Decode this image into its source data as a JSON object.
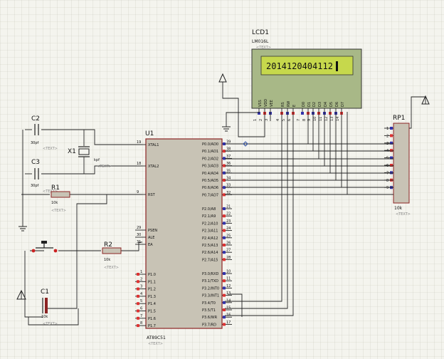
{
  "lcd": {
    "ref": "LCD1",
    "part": "LM016L",
    "display": "2014120404112",
    "pins": [
      "VSS",
      "VDD",
      "VEE",
      "RS",
      "RW",
      "E",
      "D0",
      "D1",
      "D2",
      "D3",
      "D4",
      "D5",
      "D6",
      "D7"
    ],
    "pin_numbers": [
      "1",
      "2",
      "3",
      "4",
      "5",
      "6",
      "7",
      "8",
      "9",
      "10",
      "11",
      "12",
      "13",
      "14"
    ]
  },
  "mcu": {
    "ref": "U1",
    "part": "AT89C51",
    "left_pins": [
      {
        "num": "19",
        "name": "XTAL1"
      },
      {
        "num": "18",
        "name": "XTAL2"
      },
      {
        "num": "9",
        "name": "RST"
      },
      {
        "num": "29",
        "name": "PSEN"
      },
      {
        "num": "30",
        "name": "ALE"
      },
      {
        "num": "31",
        "name": "EA"
      }
    ],
    "p1_pins": [
      {
        "num": "1",
        "name": "P1.0"
      },
      {
        "num": "2",
        "name": "P1.1"
      },
      {
        "num": "3",
        "name": "P1.2"
      },
      {
        "num": "4",
        "name": "P1.3"
      },
      {
        "num": "5",
        "name": "P1.4"
      },
      {
        "num": "6",
        "name": "P1.5"
      },
      {
        "num": "7",
        "name": "P1.6"
      },
      {
        "num": "8",
        "name": "P1.7"
      }
    ],
    "p0_pins": [
      {
        "num": "39",
        "name": "P0.0/AD0"
      },
      {
        "num": "38",
        "name": "P0.1/AD1"
      },
      {
        "num": "37",
        "name": "P0.2/AD2"
      },
      {
        "num": "36",
        "name": "P0.3/AD3"
      },
      {
        "num": "35",
        "name": "P0.4/AD4"
      },
      {
        "num": "34",
        "name": "P0.5/AD5"
      },
      {
        "num": "33",
        "name": "P0.6/AD6"
      },
      {
        "num": "32",
        "name": "P0.7/AD7"
      }
    ],
    "p2_pins": [
      {
        "num": "21",
        "name": "P2.0/A8"
      },
      {
        "num": "22",
        "name": "P2.1/A9"
      },
      {
        "num": "23",
        "name": "P2.2/A10"
      },
      {
        "num": "24",
        "name": "P2.3/A11"
      },
      {
        "num": "25",
        "name": "P2.4/A12"
      },
      {
        "num": "26",
        "name": "P2.5/A13"
      },
      {
        "num": "27",
        "name": "P2.6/A14"
      },
      {
        "num": "28",
        "name": "P2.7/A15"
      }
    ],
    "p3_pins": [
      {
        "num": "10",
        "name": "P3.0/RXD"
      },
      {
        "num": "11",
        "name": "P3.1/TXD"
      },
      {
        "num": "12",
        "name": "P3.2/INT0"
      },
      {
        "num": "13",
        "name": "P3.3/INT1"
      },
      {
        "num": "14",
        "name": "P3.4/T0"
      },
      {
        "num": "15",
        "name": "P3.5/T1"
      },
      {
        "num": "16",
        "name": "P3.6/WR"
      },
      {
        "num": "17",
        "name": "P3.7/RD"
      }
    ]
  },
  "components": {
    "c2": {
      "ref": "C2",
      "value": "30pf"
    },
    "c3": {
      "ref": "C3",
      "value": "30pf"
    },
    "x1": {
      "ref": "X1",
      "value": "kpf",
      "text_tag": "<TEXT>"
    },
    "r1": {
      "ref": "R1",
      "value": "10k"
    },
    "r2": {
      "ref": "R2",
      "value": "10k"
    },
    "c1": {
      "ref": "C1",
      "value": "10k"
    },
    "rp1": {
      "ref": "RP1",
      "value": "10k",
      "pin_numbers": [
        "1",
        "2",
        "3",
        "4",
        "5",
        "6",
        "7",
        "8",
        "9"
      ]
    }
  },
  "text_tag": "<TEXT>"
}
